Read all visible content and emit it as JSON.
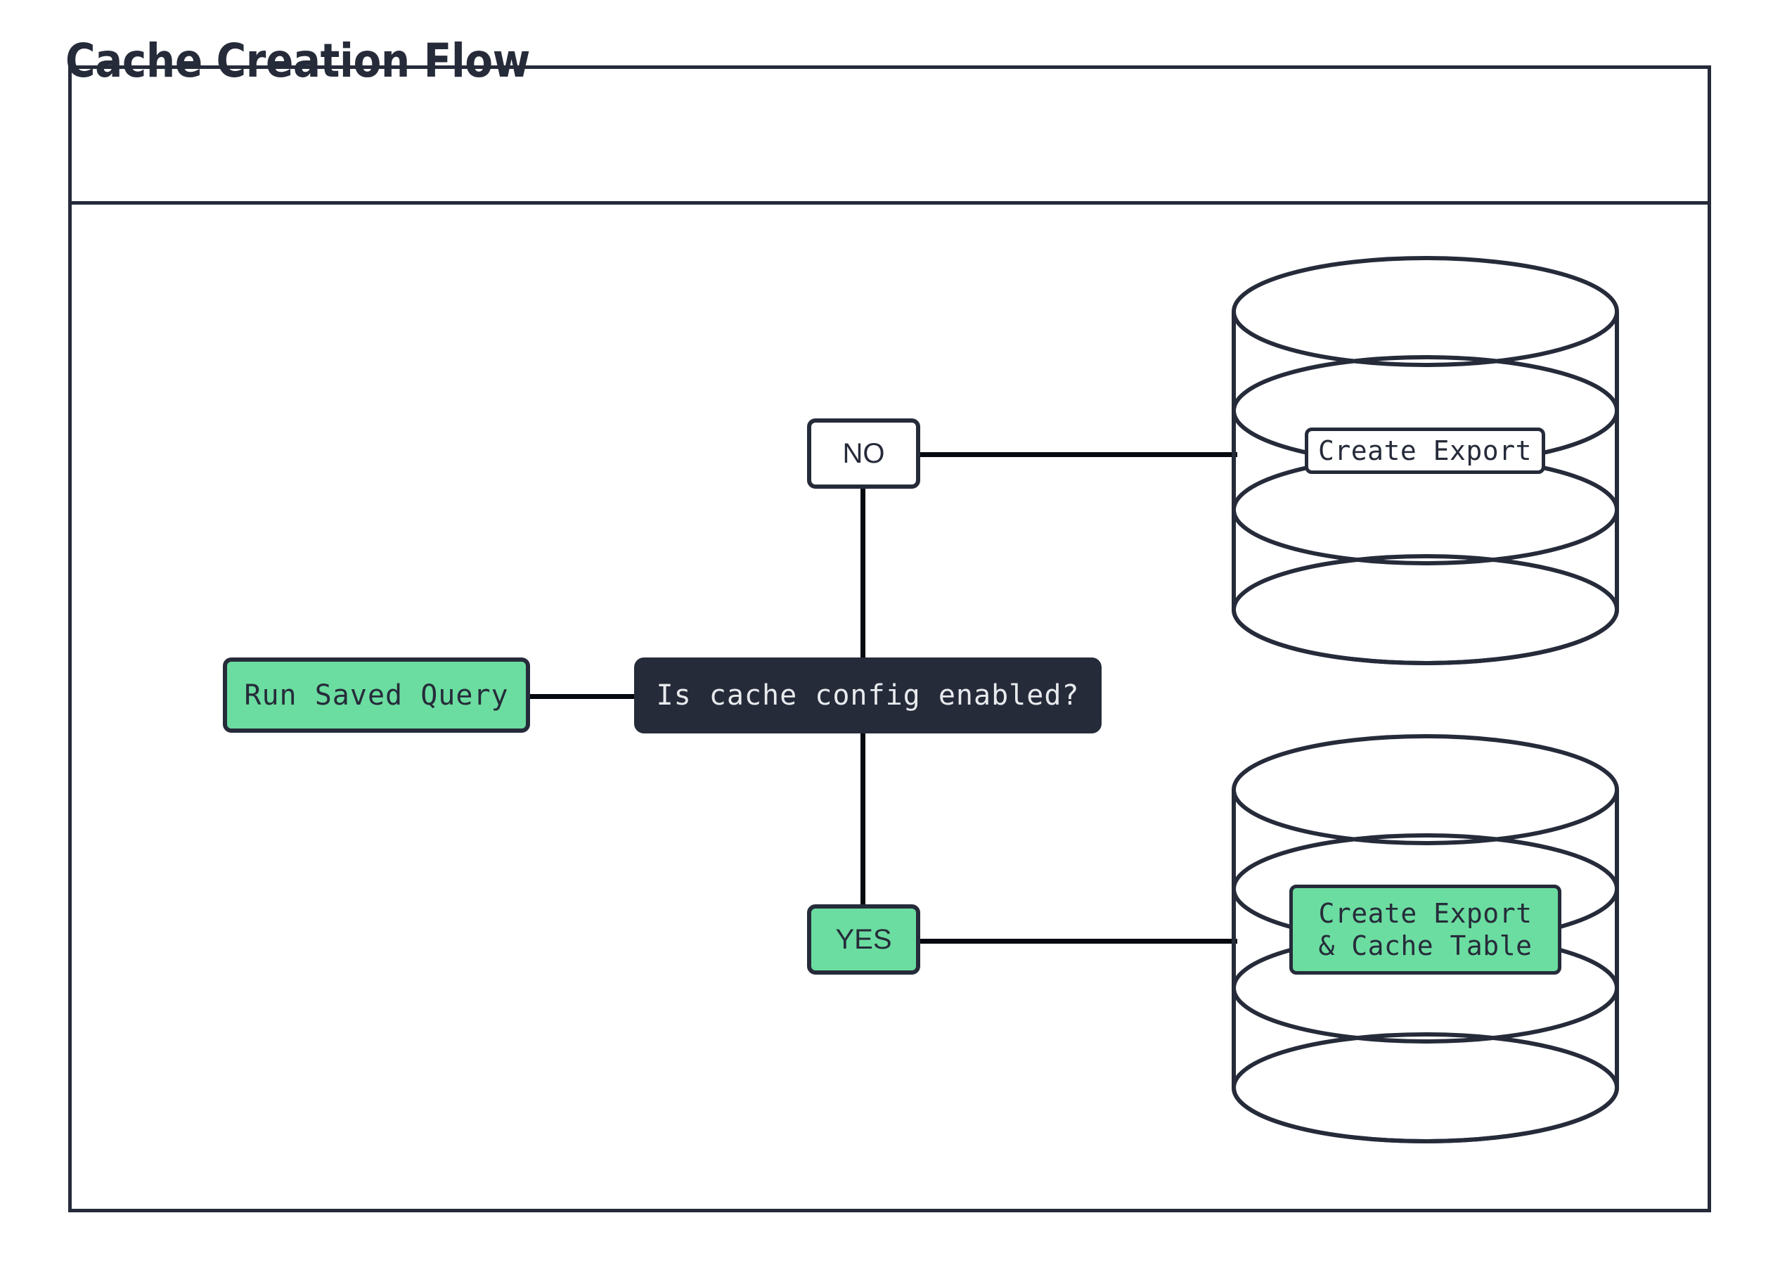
{
  "diagram": {
    "title": "Cache Creation Flow",
    "type": "flowchart",
    "colors": {
      "ink": "#262B3A",
      "accent_green": "#6BDDA0",
      "decision_fill": "#262B3A",
      "decision_text": "#E8EAED",
      "canvas": "#ffffff",
      "connector": "#060a10"
    },
    "nodes": {
      "start": {
        "id": "run-saved-query",
        "label": "Run Saved Query",
        "shape": "rounded-rect",
        "fill": "#6BDDA0"
      },
      "decision": {
        "id": "is-cache-config-enabled",
        "label": "Is cache config enabled?",
        "shape": "rounded-rect",
        "fill": "#262B3A"
      },
      "branch_no": {
        "id": "branch-no",
        "label": "NO",
        "shape": "rounded-rect",
        "fill": "#ffffff"
      },
      "branch_yes": {
        "id": "branch-yes",
        "label": "YES",
        "shape": "rounded-rect",
        "fill": "#6BDDA0"
      },
      "database_top": {
        "id": "database-create-export",
        "shape": "cylinder",
        "label": "Create Export",
        "label_fill": "#ffffff"
      },
      "database_bottom": {
        "id": "database-create-export-cache-table",
        "shape": "cylinder",
        "label": "Create Export\n& Cache Table",
        "label_fill": "#6BDDA0"
      }
    },
    "edges": [
      {
        "from": "run-saved-query",
        "to": "is-cache-config-enabled",
        "label": ""
      },
      {
        "from": "is-cache-config-enabled",
        "to": "branch-no",
        "label": ""
      },
      {
        "from": "is-cache-config-enabled",
        "to": "branch-yes",
        "label": ""
      },
      {
        "from": "branch-no",
        "to": "database-create-export",
        "label": ""
      },
      {
        "from": "branch-yes",
        "to": "database-create-export-cache-table",
        "label": ""
      }
    ]
  }
}
